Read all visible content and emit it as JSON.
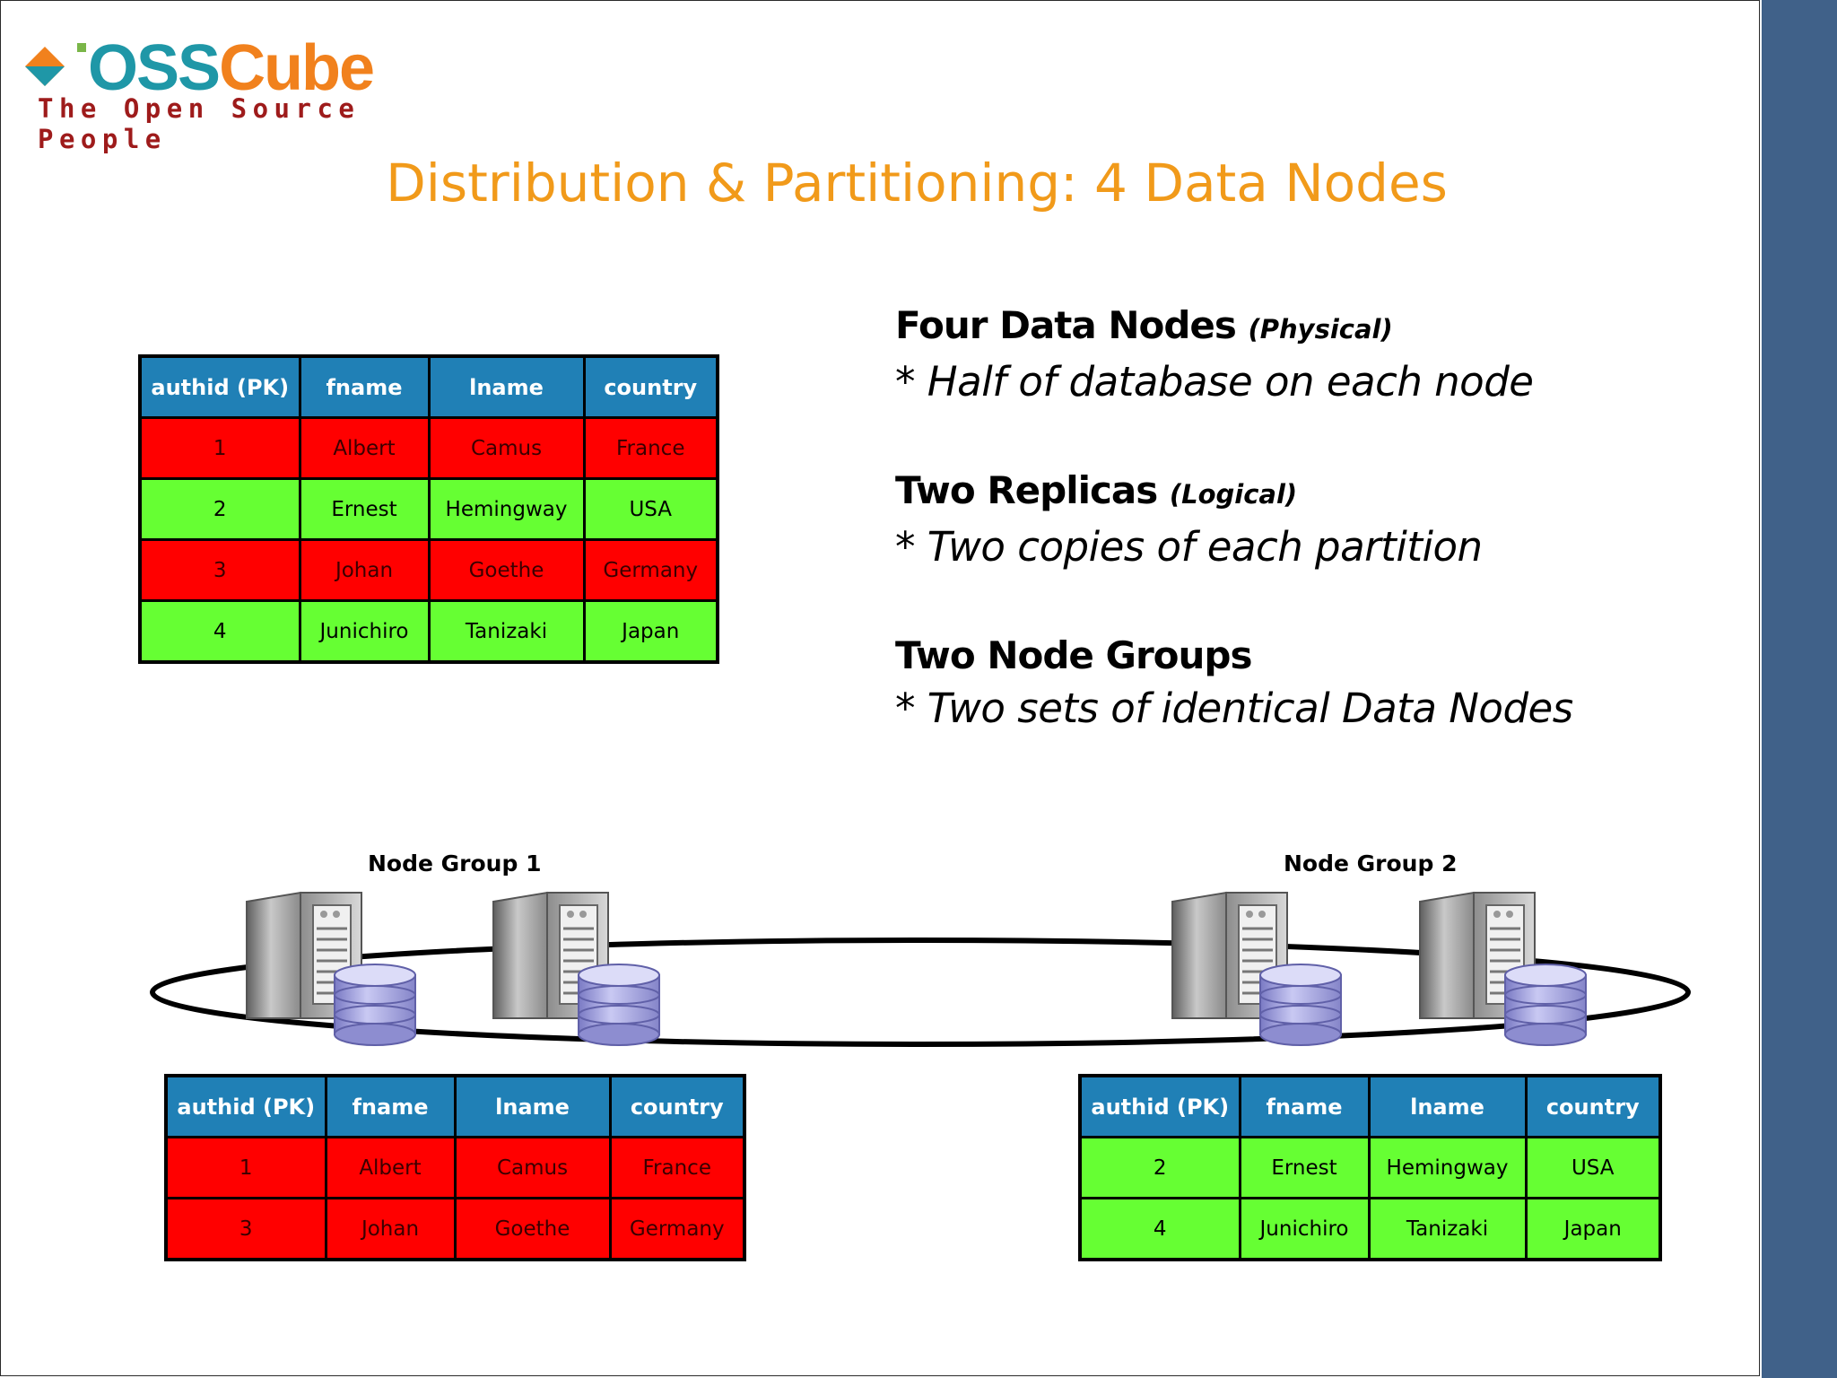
{
  "logo": {
    "word_left": "OSS",
    "word_right": "Cube",
    "tagline": "The Open Source People"
  },
  "title": "Distribution & Partitioning: 4 Data Nodes",
  "points": [
    {
      "head": "Four Data Nodes",
      "qualifier": "(Physical)",
      "sub": "* Half of database on each node"
    },
    {
      "head": "Two Replicas",
      "qualifier": "(Logical)",
      "sub": "* Two copies of each partition"
    },
    {
      "head": "Two Node Groups",
      "qualifier": "",
      "sub": "* Two sets of identical Data Nodes"
    }
  ],
  "columns": [
    "authid (PK)",
    "fname",
    "lname",
    "country"
  ],
  "main_table": [
    {
      "authid": "1",
      "fname": "Albert",
      "lname": "Camus",
      "country": "France"
    },
    {
      "authid": "2",
      "fname": "Ernest",
      "lname": "Hemingway",
      "country": "USA"
    },
    {
      "authid": "3",
      "fname": "Johan",
      "lname": "Goethe",
      "country": "Germany"
    },
    {
      "authid": "4",
      "fname": "Junichiro",
      "lname": "Tanizaki",
      "country": "Japan"
    }
  ],
  "groups": [
    {
      "label": "Node Group 1",
      "rows": [
        {
          "authid": "1",
          "fname": "Albert",
          "lname": "Camus",
          "country": "France"
        },
        {
          "authid": "3",
          "fname": "Johan",
          "lname": "Goethe",
          "country": "Germany"
        }
      ]
    },
    {
      "label": "Node Group 2",
      "rows": [
        {
          "authid": "2",
          "fname": "Ernest",
          "lname": "Hemingway",
          "country": "USA"
        },
        {
          "authid": "4",
          "fname": "Junichiro",
          "lname": "Tanizaki",
          "country": "Japan"
        }
      ]
    }
  ],
  "colors": {
    "header": "#2080b6",
    "partition_a": "#ff0000",
    "partition_b": "#66ff33",
    "title": "#f19a1a",
    "band": "#406189"
  }
}
